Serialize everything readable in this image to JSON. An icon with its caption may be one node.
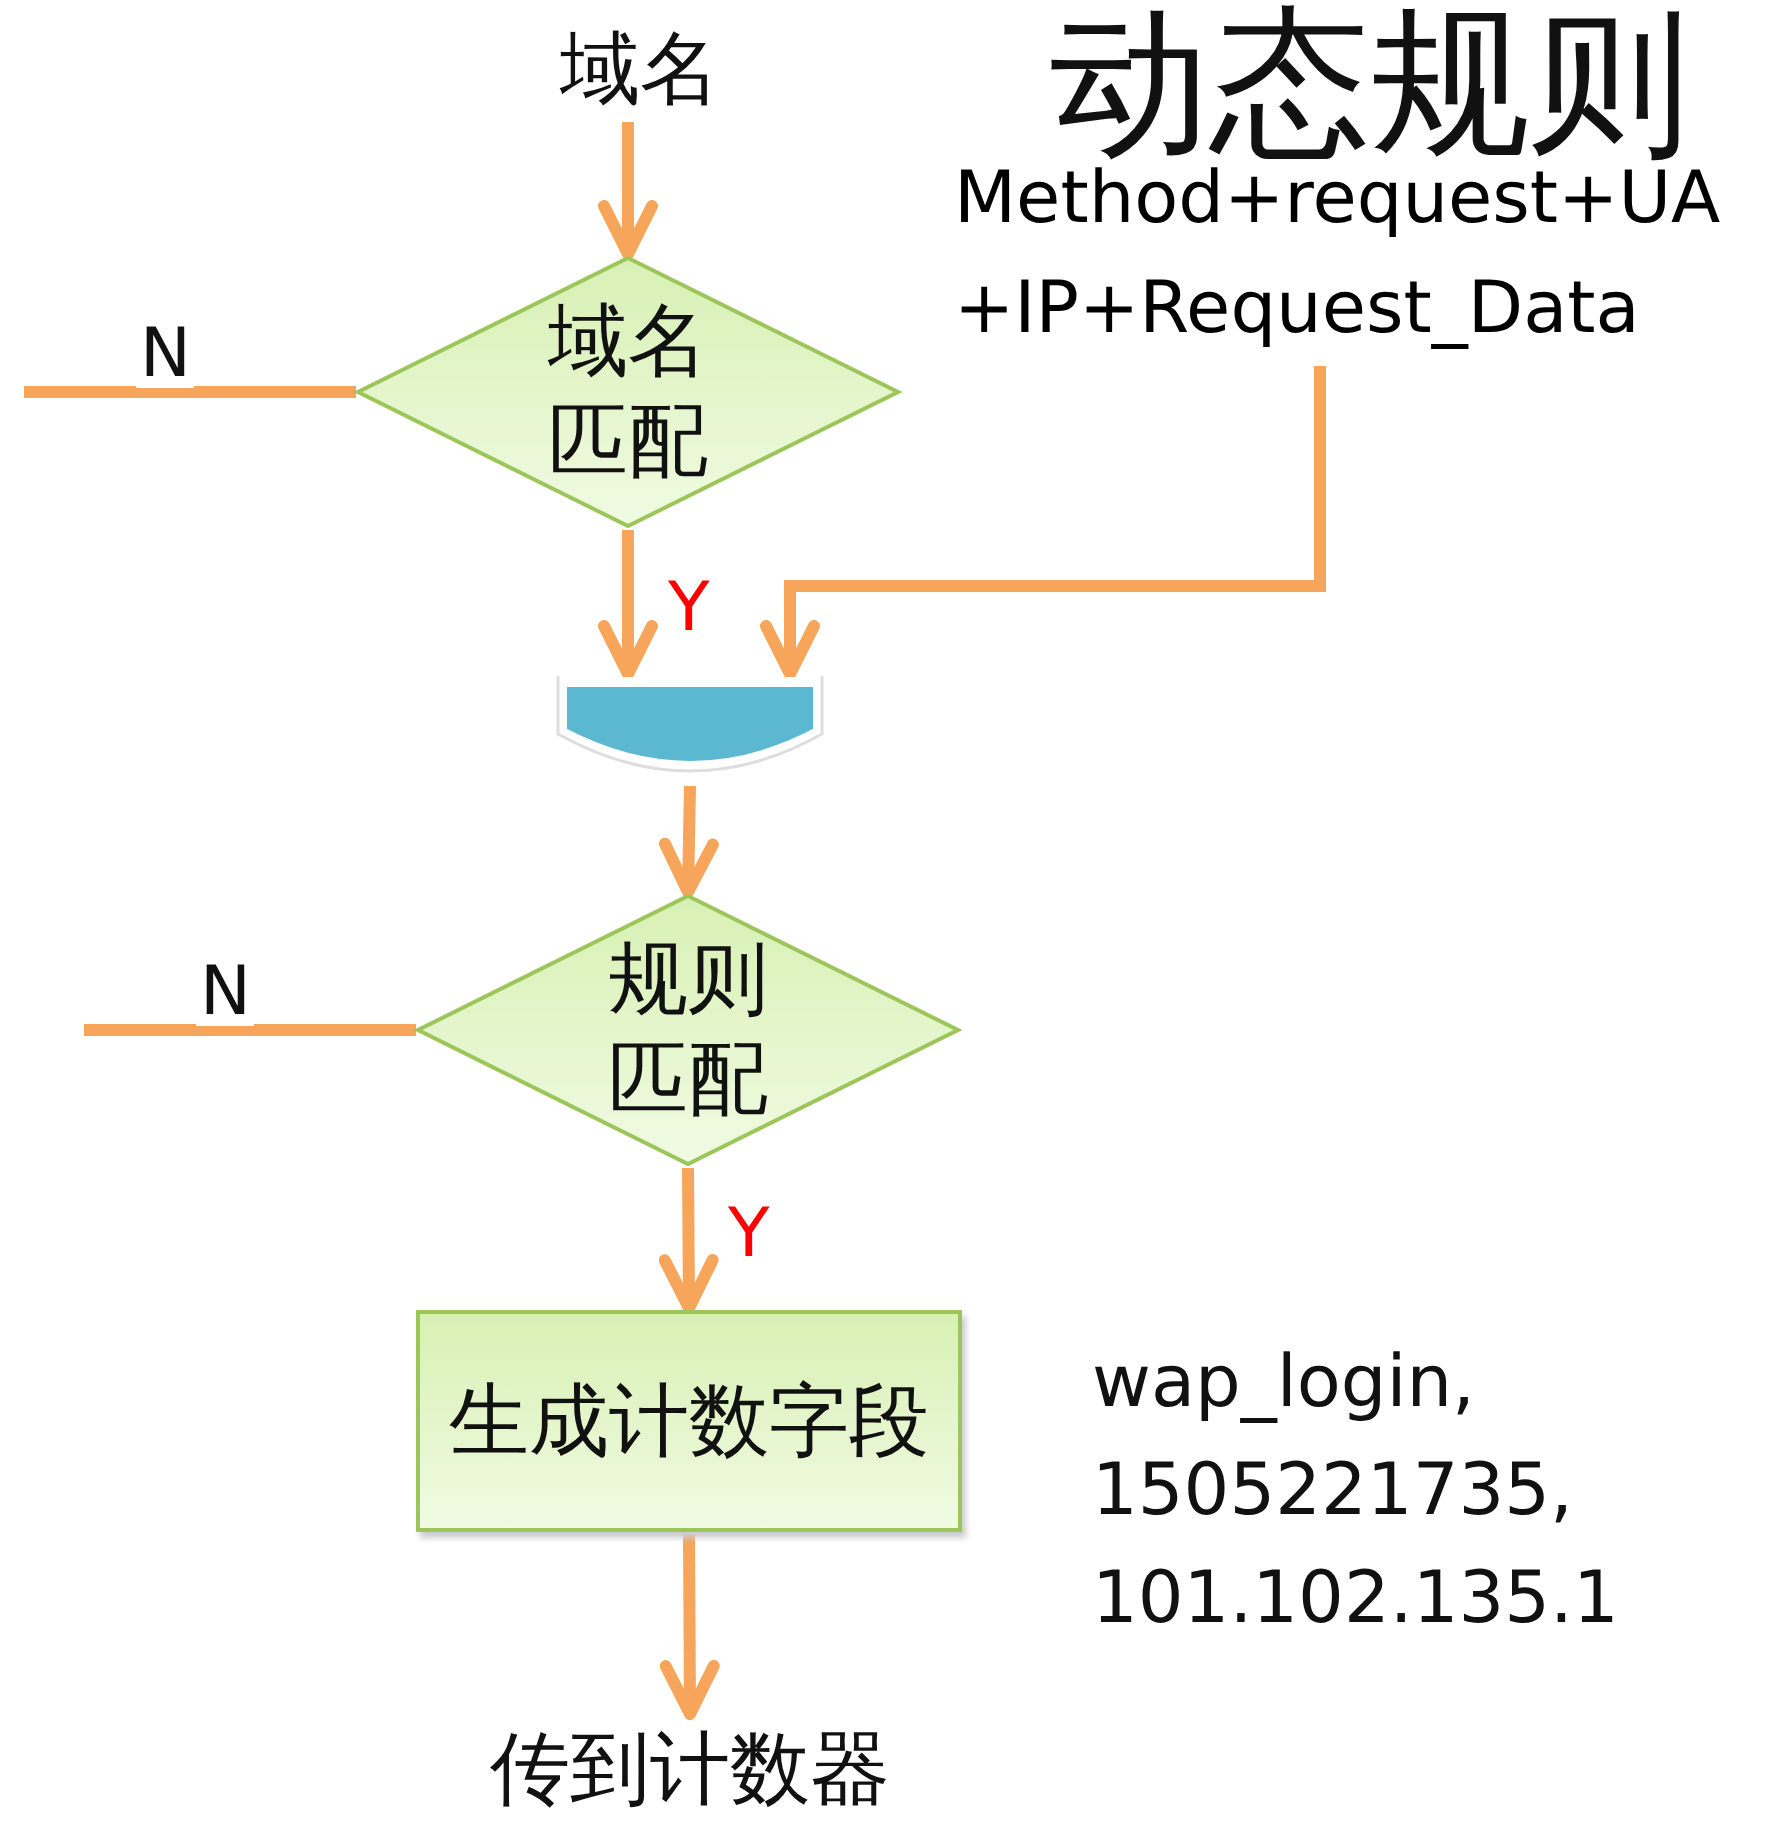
{
  "diagram": {
    "title": "动态规则",
    "nodes": [
      {
        "text": [
          "域名"
        ]
      },
      {
        "text": [
          "域名匹配"
        ]
      },
      {
        "text": [
          "Method+request+UA +IP+Request_Data"
        ]
      },
      {
        "text": [],
        "shape": "bowl"
      },
      {
        "text": [
          "规则匹配"
        ]
      },
      {
        "text": [
          "生成计数字段"
        ],
        "beside": [
          "wap_login, 1505221735, 101.102.135.1"
        ]
      },
      {
        "text": [
          "传到计数器"
        ]
      }
    ],
    "edges": [
      {
        "from": 0,
        "to": 1,
        "arrow": "to"
      },
      {
        "from": 1,
        "to": null,
        "arrow": "none",
        "label": "N"
      },
      {
        "from": 1,
        "to": 3,
        "arrow": "to",
        "label": "Y"
      },
      {
        "from": 2,
        "to": 3,
        "arrow": "to"
      },
      {
        "from": 3,
        "to": 4,
        "arrow": "to"
      },
      {
        "from": 4,
        "to": null,
        "arrow": "none",
        "label": "N"
      },
      {
        "from": 4,
        "to": 5,
        "arrow": "to",
        "label": "Y"
      },
      {
        "from": 5,
        "to": 6,
        "arrow": "to"
      }
    ]
  }
}
